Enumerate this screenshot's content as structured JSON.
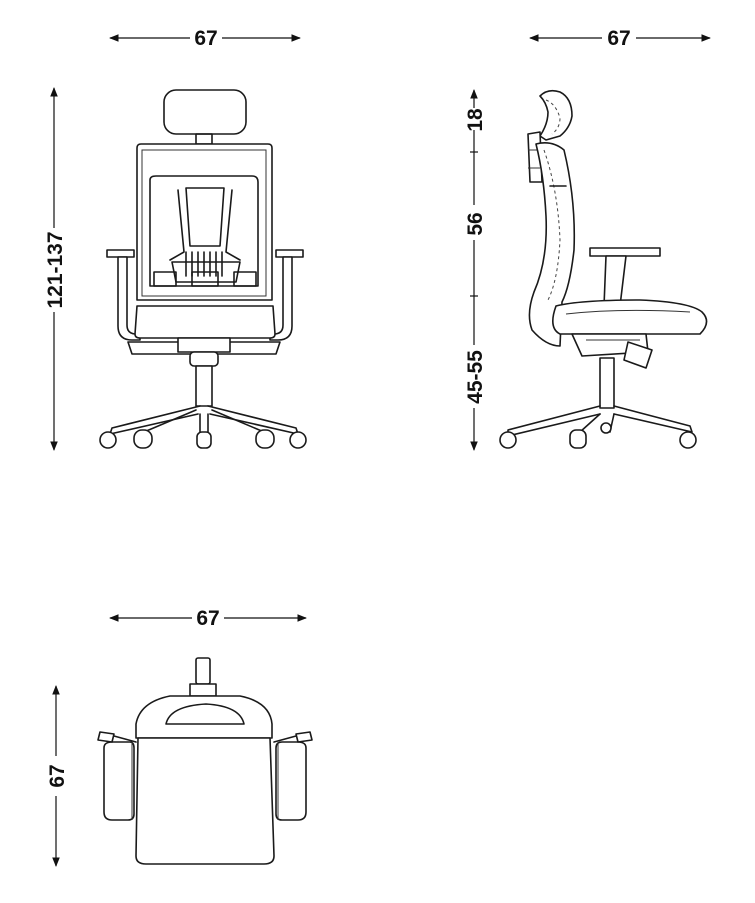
{
  "front_view": {
    "width_label": "67",
    "height_label": "121-137"
  },
  "side_view": {
    "depth_label": "67",
    "headrest_label": "18",
    "backrest_label": "56",
    "seat_height_label": "45-55"
  },
  "top_view": {
    "width_label": "67",
    "depth_label": "67"
  },
  "colors": {
    "line": "#1a1a1a",
    "background": "#ffffff"
  }
}
